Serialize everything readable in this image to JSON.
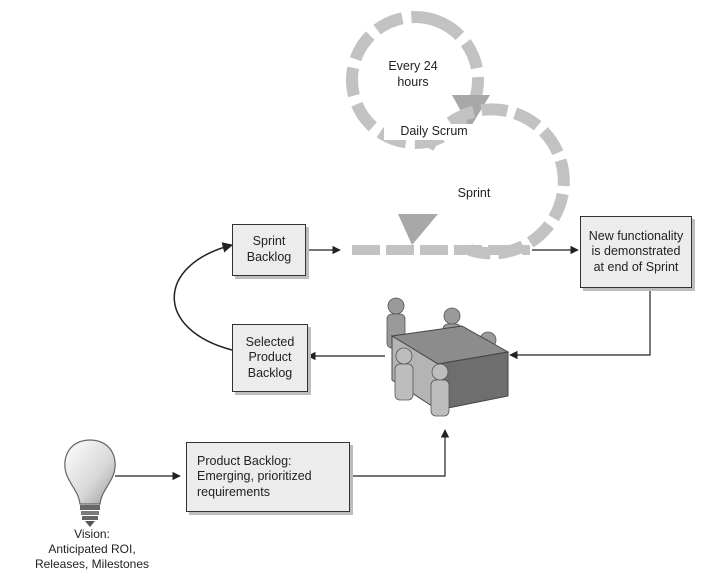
{
  "cycle": {
    "daily_label": "Every 24\nhours",
    "daily_scrum": "Daily Scrum",
    "sprint": "Sprint"
  },
  "boxes": {
    "sprint_backlog": "Sprint\nBacklog",
    "selected_product_backlog": "Selected\nProduct\nBacklog",
    "new_functionality": "New functionality\nis demonstrated\nat end of Sprint",
    "product_backlog": "Product Backlog:\nEmerging, prioritized\nrequirements"
  },
  "vision": {
    "label": "Vision:\nAnticipated ROI,\nReleases, Milestones"
  },
  "icons": [
    "lightbulb-icon",
    "team-meeting-icon"
  ],
  "colors": {
    "cycle_gray": "#c2c2c2",
    "box_fill": "#ececec",
    "line": "#222222"
  }
}
